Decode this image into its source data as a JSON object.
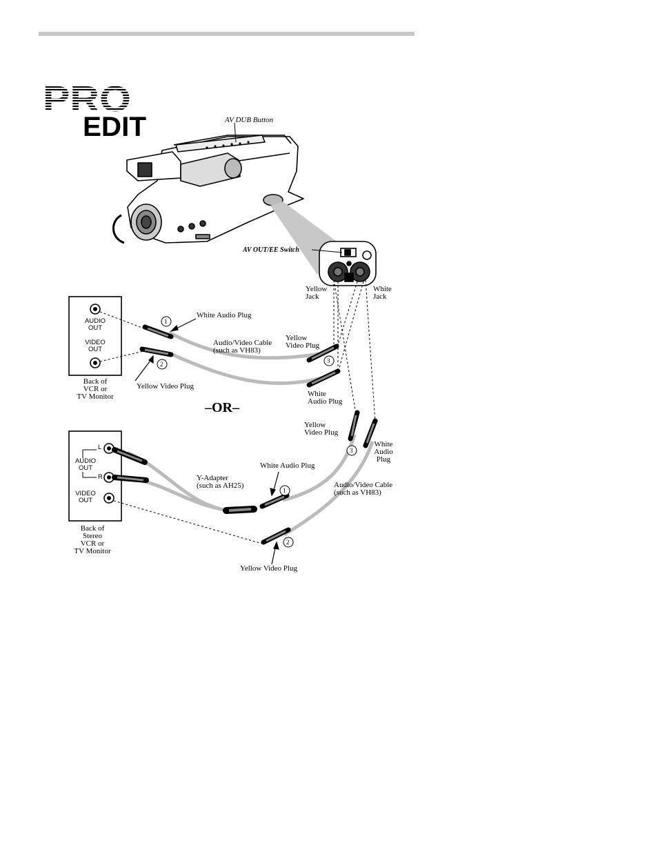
{
  "logo": {
    "line1": "PRO",
    "line2": "EDIT"
  },
  "camera": {
    "av_dub_button": "AV DUB Button",
    "av_out_switch": "AV OUT/EE Switch"
  },
  "jacks": {
    "yellow_jack": "Yellow\nJack",
    "white_jack": "White\nJack"
  },
  "panel_top": {
    "audio_out": "AUDIO\nOUT",
    "video_out": "VIDEO\nOUT",
    "caption": "Back of\nVCR or\nTV Monitor"
  },
  "panel_bottom": {
    "left_ch": "L",
    "right_ch": "R",
    "audio_out": "AUDIO\nOUT",
    "video_out": "VIDEO\nOUT",
    "caption": "Back of\nStereo\nVCR or\nTV Monitor"
  },
  "top_callouts": {
    "white_audio_plug": "White Audio Plug",
    "av_cable": "Audio/Video Cable\n(such as VH83)",
    "yellow_video_plug_right": "Yellow\nVideo Plug",
    "white_audio_plug_right": "White\nAudio Plug",
    "yellow_video_plug_bottom": "Yellow Video Plug"
  },
  "or_label": "–OR–",
  "bottom_callouts": {
    "yellow_video_plug_right": "Yellow\nVideo Plug",
    "white_audio_plug_right": "White\nAudio\nPlug",
    "white_audio_plug": "White Audio Plug",
    "y_adapter": "Y-Adapter\n(such as AH25)",
    "av_cable": "Audio/Video Cable\n(such as VH83)",
    "yellow_video_plug_bottom": "Yellow Video Plug"
  },
  "step_numbers": [
    "1",
    "2",
    "3"
  ]
}
